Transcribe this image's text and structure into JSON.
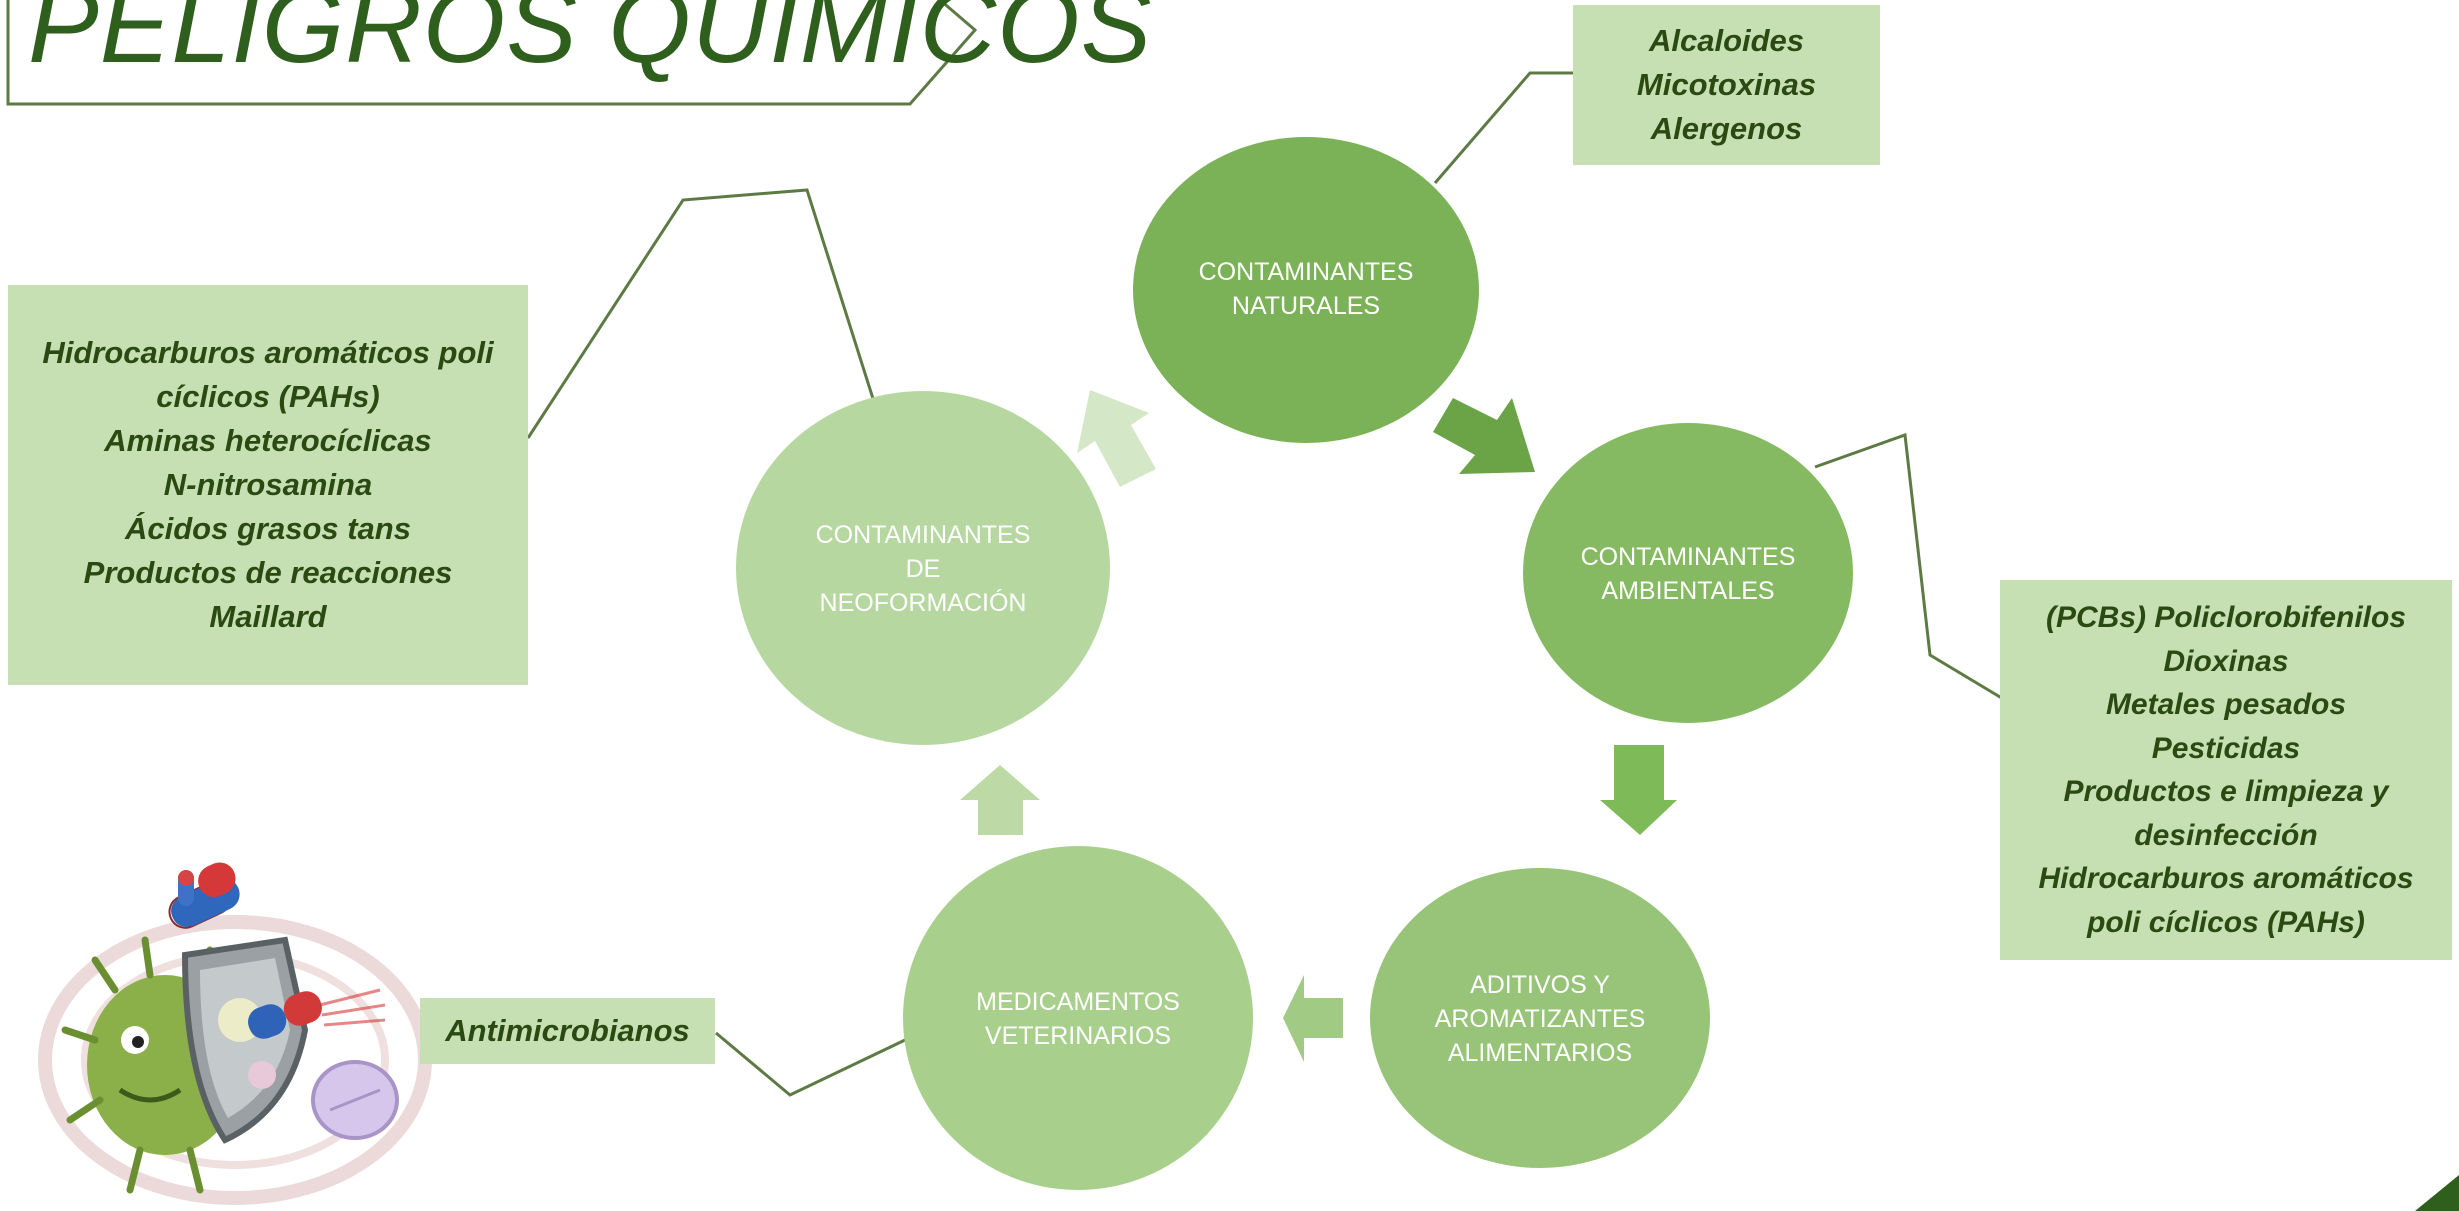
{
  "title": "PELIGROS QUÍMICOS",
  "colors": {
    "title_text": "#2f5f1c",
    "box_fill": "#c6e0b4",
    "box_text": "#2a4a12",
    "connector": "#5d7a45",
    "node_naturales": "#7bb257",
    "node_ambientales": "#86ba62",
    "node_aditivos": "#97c478",
    "node_medicamentos": "#a9cf8c",
    "node_neoformacion": "#b7d7a1"
  },
  "nodes": [
    {
      "id": "naturales",
      "lines": [
        "CONTAMINANTES",
        "NATURALES"
      ]
    },
    {
      "id": "ambientales",
      "lines": [
        "CONTAMINANTES",
        "AMBIENTALES"
      ]
    },
    {
      "id": "aditivos",
      "lines": [
        "ADITIVOS Y",
        "AROMATIZANTES",
        "ALIMENTARIOS"
      ]
    },
    {
      "id": "medicamentos",
      "lines": [
        "MEDICAMENTOS",
        "VETERINARIOS"
      ]
    },
    {
      "id": "neoformacion",
      "lines": [
        "CONTAMINANTES",
        "DE",
        "NEOFORMACIÓN"
      ]
    }
  ],
  "boxes": {
    "naturales": [
      "Alcaloides",
      "Micotoxinas",
      "Alergenos"
    ],
    "ambientales": [
      "(PCBs) Policlorobifenilos",
      "Dioxinas",
      "Metales pesados",
      "Pesticidas",
      "Productos e limpieza y",
      "desinfección",
      "Hidrocarburos aromáticos",
      "poli cíclicos (PAHs)"
    ],
    "medicamentos": [
      "Antimicrobianos"
    ],
    "neoformacion": [
      "Hidrocarburos aromáticos poli",
      "cíclicos (PAHs)",
      "Aminas heterocíclicas",
      "N-nitrosamina",
      "Ácidos grasos tans",
      "Productos de reacciones",
      "Maillard"
    ]
  },
  "illustration": {
    "icon": "germ-with-shield-and-pills-icon"
  }
}
